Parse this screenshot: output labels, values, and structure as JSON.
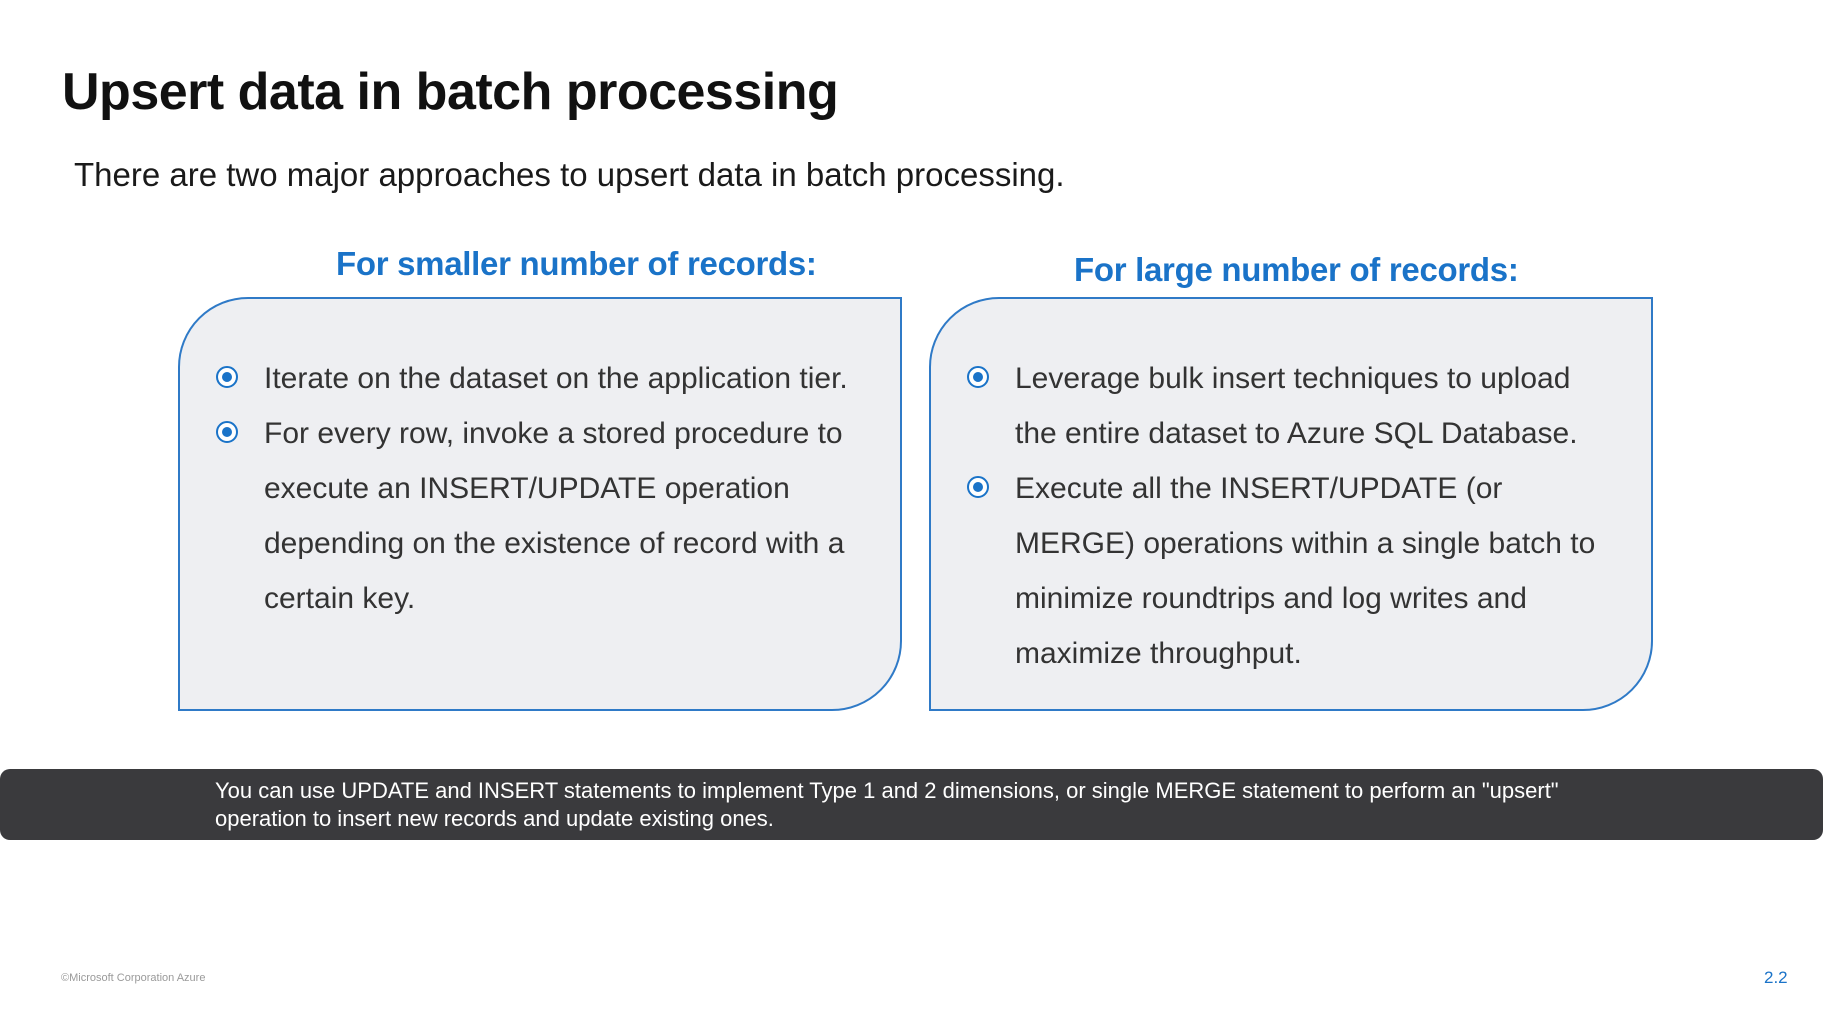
{
  "slide": {
    "title": "Upsert data in batch processing",
    "subtitle": "There are two major approaches to upsert data in batch processing.",
    "left_column": {
      "heading": "For smaller number of records:",
      "bullets": [
        "Iterate on the dataset on the application tier.",
        "For every row, invoke a stored procedure to execute an INSERT/UPDATE operation depending on the existence of record with a certain key."
      ]
    },
    "right_column": {
      "heading": "For large number of records:",
      "bullets": [
        "Leverage bulk insert techniques to upload the entire dataset to Azure SQL Database.",
        "Execute all the INSERT/UPDATE (or MERGE) operations within a single batch to minimize roundtrips and log writes and maximize throughput."
      ]
    },
    "caption": "You can use UPDATE and INSERT statements to implement Type 1 and 2 dimensions, or single MERGE statement to perform an \"upsert\" operation to insert new records and update existing ones.",
    "footer_copyright": "©Microsoft Corporation Azure",
    "slide_number": "2.2"
  },
  "colors": {
    "accent_blue": "#1a73c8",
    "card_border": "#2f7ac7",
    "card_fill": "#eeeff2",
    "caption_bar": "#3a3a3d"
  },
  "icons": {
    "bullet": "radio-bullet-icon"
  }
}
